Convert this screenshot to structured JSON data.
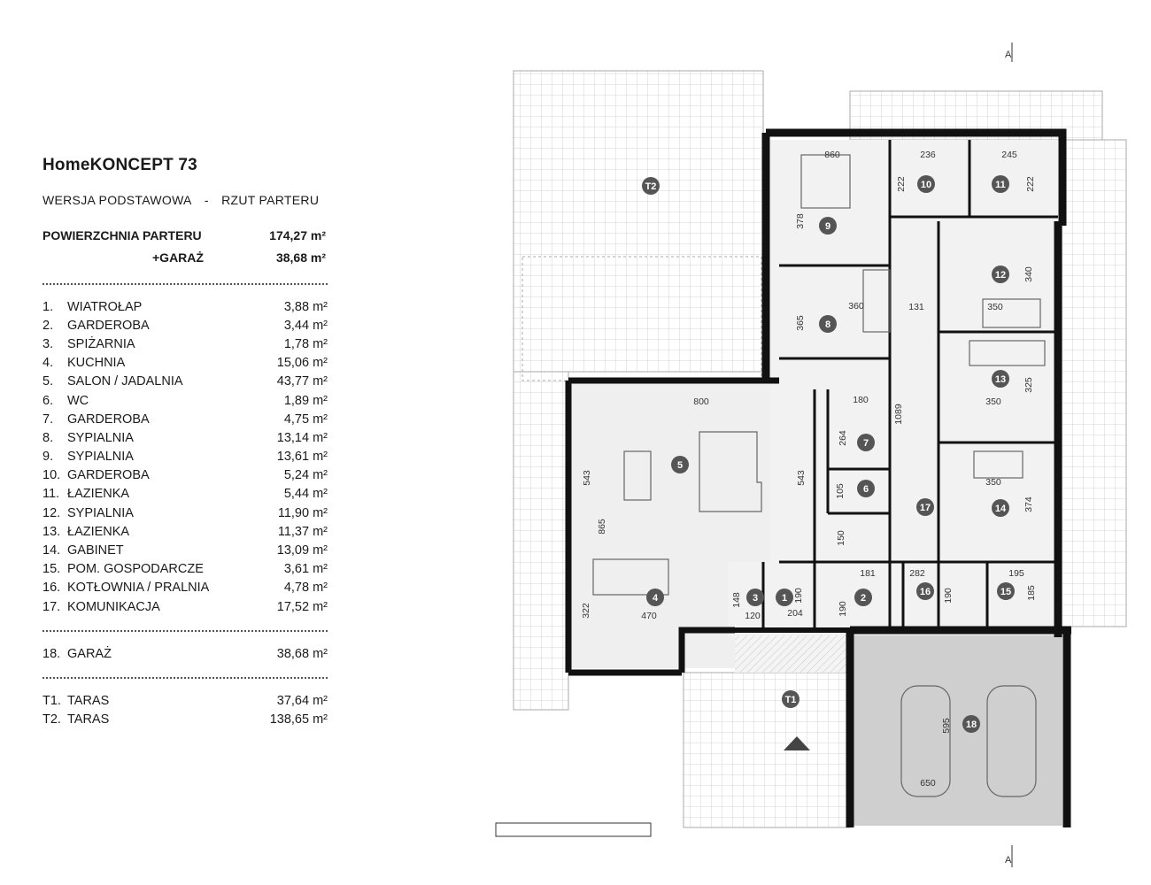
{
  "title": "HomeKONCEPT 73",
  "subtitle_left": "WERSJA  PODSTAWOWA",
  "subtitle_sep": "-",
  "subtitle_right": "RZUT PARTERU",
  "area": {
    "ground_label": "POWIERZCHNIA PARTERU",
    "ground_value": "174,27 m²",
    "garage_label": "+GARAŻ",
    "garage_value": "38,68 m²"
  },
  "rooms": [
    {
      "num": "1.",
      "name": "WIATROŁAP",
      "area": "3,88 m²"
    },
    {
      "num": "2.",
      "name": "GARDEROBA",
      "area": "3,44 m²"
    },
    {
      "num": "3.",
      "name": "SPIŻARNIA",
      "area": "1,78 m²"
    },
    {
      "num": "4.",
      "name": "KUCHNIA",
      "area": "15,06 m²"
    },
    {
      "num": "5.",
      "name": "SALON / JADALNIA",
      "area": "43,77 m²"
    },
    {
      "num": "6.",
      "name": "WC",
      "area": "1,89 m²"
    },
    {
      "num": "7.",
      "name": "GARDEROBA",
      "area": "4,75 m²"
    },
    {
      "num": "8.",
      "name": "SYPIALNIA",
      "area": "13,14 m²"
    },
    {
      "num": "9.",
      "name": "SYPIALNIA",
      "area": "13,61 m²"
    },
    {
      "num": "10.",
      "name": "GARDEROBA",
      "area": "5,24 m²"
    },
    {
      "num": "11.",
      "name": "ŁAZIENKA",
      "area": "5,44 m²"
    },
    {
      "num": "12.",
      "name": "SYPIALNIA",
      "area": "11,90 m²"
    },
    {
      "num": "13.",
      "name": "ŁAZIENKA",
      "area": "11,37 m²"
    },
    {
      "num": "14.",
      "name": "GABINET",
      "area": "13,09 m²"
    },
    {
      "num": "15.",
      "name": "POM. GOSPODARCZE",
      "area": "3,61 m²"
    },
    {
      "num": "16.",
      "name": "KOTŁOWNIA / PRALNIA",
      "area": "4,78 m²"
    },
    {
      "num": "17.",
      "name": "KOMUNIKACJA",
      "area": "17,52 m²"
    }
  ],
  "garage": {
    "num": "18.",
    "name": "GARAŻ",
    "area": "38,68 m²"
  },
  "terraces": [
    {
      "num": "T1.",
      "name": "TARAS",
      "area": "37,64 m²"
    },
    {
      "num": "T2.",
      "name": "TARAS",
      "area": "138,65 m²"
    }
  ],
  "plan": {
    "section_mark": "A",
    "room_badges": [
      "1",
      "2",
      "3",
      "4",
      "5",
      "6",
      "7",
      "8",
      "9",
      "10",
      "11",
      "12",
      "13",
      "14",
      "15",
      "16",
      "17",
      "18"
    ],
    "terrace_badges": [
      "T1",
      "T2"
    ],
    "dimensions": [
      "860",
      "236",
      "245",
      "222",
      "222",
      "378",
      "131",
      "340",
      "350",
      "360",
      "365",
      "325",
      "350",
      "800",
      "180",
      "264",
      "1089",
      "543",
      "543",
      "105",
      "350",
      "374",
      "865",
      "150",
      "181",
      "282",
      "195",
      "190",
      "190",
      "185",
      "148",
      "120",
      "204",
      "190",
      "322",
      "470",
      "595",
      "650"
    ]
  }
}
